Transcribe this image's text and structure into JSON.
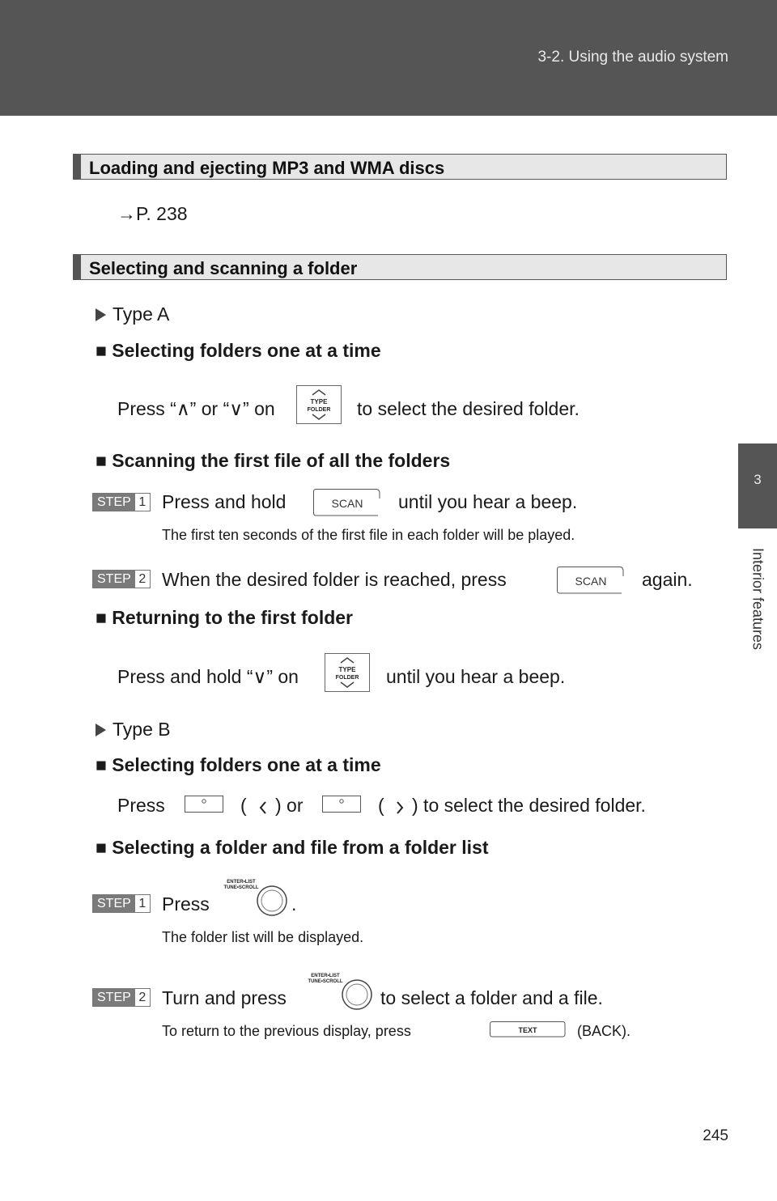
{
  "header": {
    "title": "3-2. Using the audio system"
  },
  "side_tab": {
    "number": "3",
    "text": "Interior features"
  },
  "sections": {
    "loading": {
      "title": "Loading and ejecting MP3 and WMA discs",
      "ref": "→P. 238"
    },
    "selecting": {
      "title": "Selecting and scanning a folder"
    }
  },
  "type_a": {
    "label": "Type A",
    "sub1": "Selecting folders one at a time",
    "sub1_text_a": "Press “∧” or “∨” on",
    "sub1_text_b": "to select the desired folder.",
    "sub2": "Scanning the first file of all the folders",
    "step1_num": "1",
    "step1_a": "Press and hold",
    "step1_b": "until you hear a beep.",
    "step1_note": "The first ten seconds of the first file in each folder will be played.",
    "step2_num": "2",
    "step2_a": "When the desired folder is reached, press",
    "step2_b": "again.",
    "sub3": "Returning to the first folder",
    "sub3_text_a": "Press and hold “∨” on",
    "sub3_text_b": "until you hear a beep."
  },
  "type_b": {
    "label": "Type B",
    "sub1": "Selecting folders one at a time",
    "sub1_press": "Press",
    "sub1_paren1": "(",
    "sub1_close1": ") or",
    "sub1_paren2": "(",
    "sub1_close2": ") to select the desired folder.",
    "sub2": "Selecting a folder and file from a folder list",
    "step1_num": "1",
    "step1_a": "Press",
    "step1_b": ".",
    "step1_note": "The folder list will be displayed.",
    "step2_num": "2",
    "step2_a": "Turn and press",
    "step2_b": "to select a folder and a file.",
    "step2_note_a": "To return to the previous display, press",
    "step2_note_b": "(BACK)."
  },
  "labels": {
    "step": "STEP",
    "square": "■",
    "scan": "SCAN",
    "type": "TYPE",
    "folder": "FOLDER",
    "knob_line1": "ENTER•LIST",
    "knob_line2": "TUNE•SCROLL",
    "text_btn": "TEXT"
  },
  "page_number": "245"
}
